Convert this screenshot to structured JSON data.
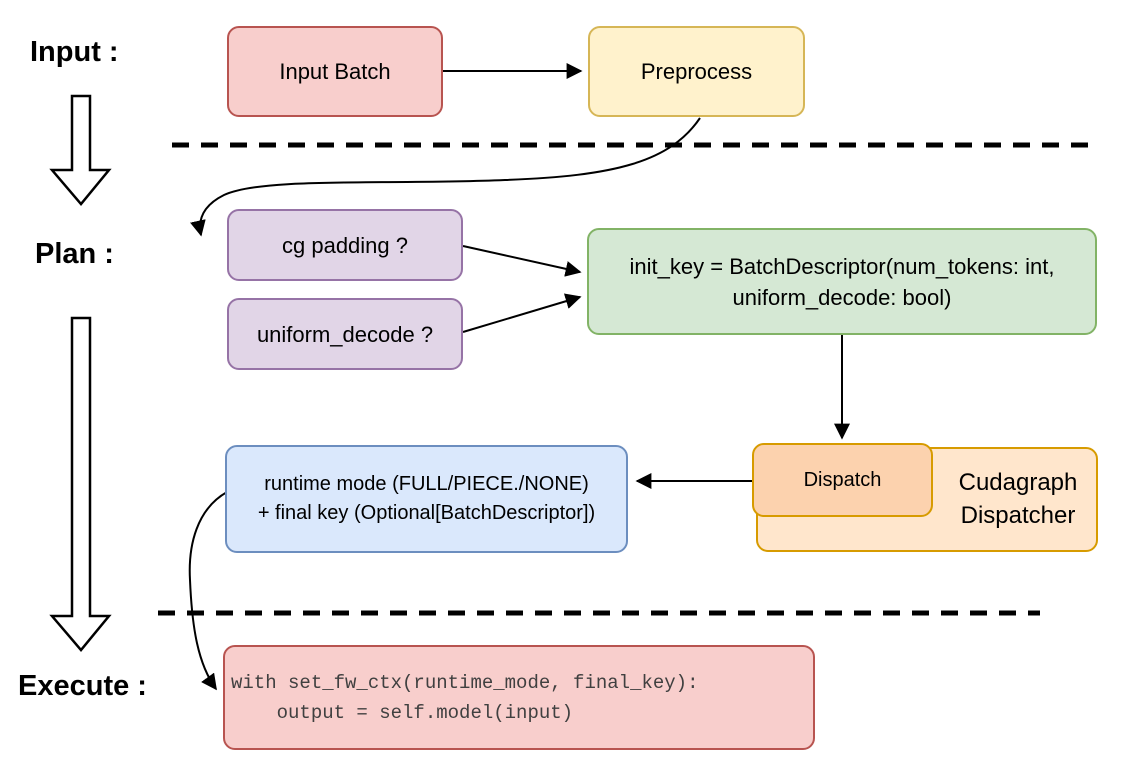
{
  "stage_labels": {
    "input": "Input :",
    "plan": "Plan :",
    "execute": "Execute :"
  },
  "nodes": {
    "input_batch": "Input Batch",
    "preprocess": "Preprocess",
    "cg_padding": "cg padding ?",
    "uniform_decode": "uniform_decode ?",
    "init_key_line1": "init_key = BatchDescriptor(num_tokens: int,",
    "init_key_line2": "uniform_decode: bool)",
    "dispatch": "Dispatch",
    "cudagraph_line1": "Cudagraph",
    "cudagraph_line2": "Dispatcher",
    "runtime_line1": "runtime mode (FULL/PIECE./NONE)",
    "runtime_line2": "+ final key (Optional[BatchDescriptor])",
    "code_line1": "with set_fw_ctx(runtime_mode, final_key):",
    "code_line2": "    output = self.model(input)"
  },
  "colors": {
    "red_fill": "#f8cecc",
    "red_stroke": "#b85450",
    "yellow_fill": "#fff2cc",
    "yellow_stroke": "#d6b656",
    "purple_fill": "#e1d5e7",
    "purple_stroke": "#9673a6",
    "green_fill": "#d5e8d4",
    "green_stroke": "#82b366",
    "blue_fill": "#dae8fc",
    "blue_stroke": "#6c8ebf",
    "orange_fill": "#ffe6cc",
    "orange_stroke": "#d79b00",
    "dispatch_fill": "#fcd2ae",
    "arrow_color": "#000000"
  }
}
